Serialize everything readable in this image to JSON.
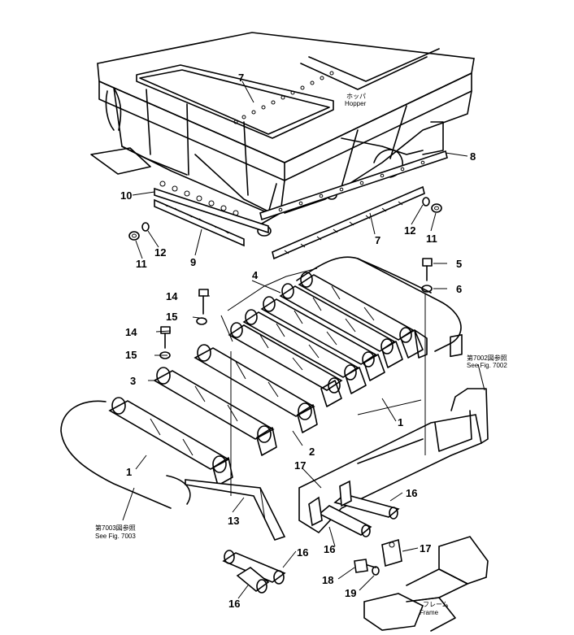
{
  "hopper_label": {
    "jp": "ホッパ",
    "en": "Hopper"
  },
  "frame_label": {
    "jp": "フレーム",
    "en": "Frame"
  },
  "ref_7002": {
    "jp": "第7002図参照",
    "en": "See Fig. 7002"
  },
  "ref_7003": {
    "jp": "第7003図参照",
    "en": "See Fig. 7003"
  },
  "callouts": {
    "c1a": "1",
    "c1b": "1",
    "c2": "2",
    "c3": "3",
    "c4": "4",
    "c5": "5",
    "c6": "6",
    "c7a": "7",
    "c7b": "7",
    "c8": "8",
    "c9": "9",
    "c10": "10",
    "c11a": "11",
    "c11b": "11",
    "c12a": "12",
    "c12b": "12",
    "c13": "13",
    "c14a": "14",
    "c14b": "14",
    "c15a": "15",
    "c15b": "15",
    "c16a": "16",
    "c16b": "16",
    "c16c": "16",
    "c16d": "16",
    "c17a": "17",
    "c17b": "17",
    "c18": "18",
    "c19": "19"
  }
}
